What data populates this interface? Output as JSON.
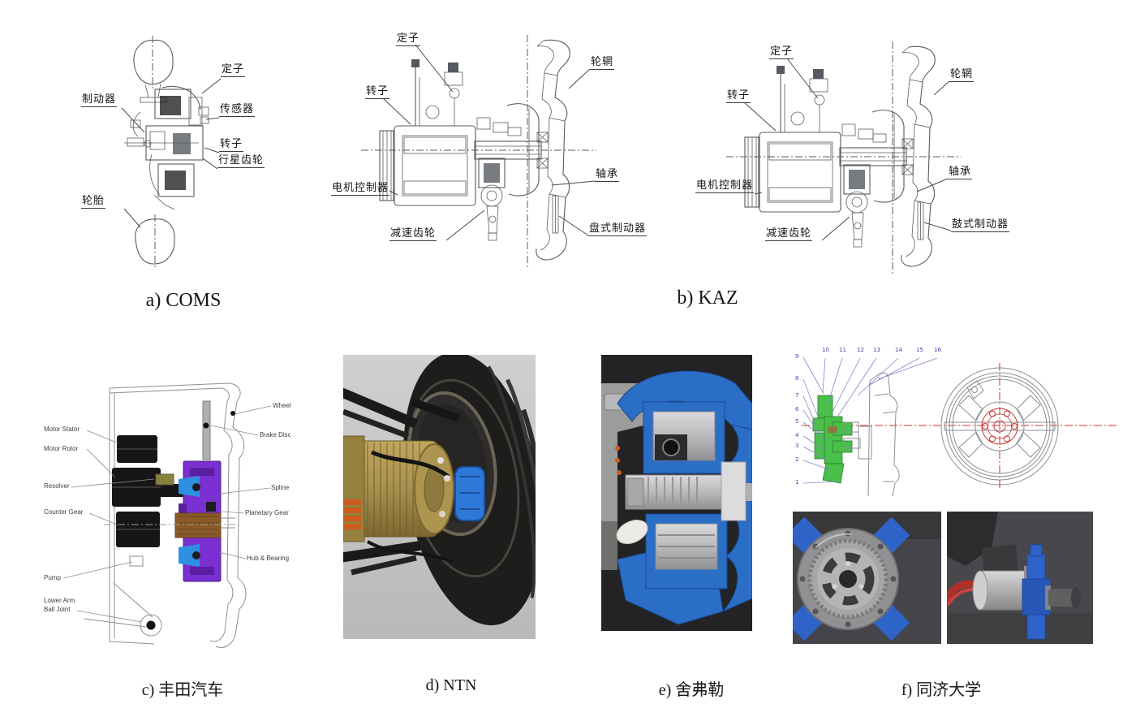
{
  "figure": {
    "captions": {
      "a": "a) COMS",
      "b": "b) KAZ",
      "c": "c) 丰田汽车",
      "d": "d) NTN",
      "e": "e) 舍弗勒",
      "f": "f) 同济大学"
    },
    "panel_a": {
      "labels": {
        "stator": "定子",
        "brake": "制动器",
        "sensor": "传感器",
        "rotor": "转子",
        "planetary_gear": "行星齿轮",
        "tire": "轮胎"
      }
    },
    "panel_b": {
      "left": {
        "stator": "定子",
        "rotor": "转子",
        "rim": "轮辋",
        "motor_controller": "电机控制器",
        "reduction_gear": "减速齿轮",
        "bearing": "轴承",
        "brake": "盘式制动器"
      },
      "right": {
        "stator": "定子",
        "rotor": "转子",
        "rim": "轮辋",
        "motor_controller": "电机控制器",
        "reduction_gear": "减速齿轮",
        "bearing": "轴承",
        "brake": "鼓式制动器"
      }
    },
    "panel_c": {
      "labels": {
        "motor_stator": "Motor Stator",
        "motor_rotor": "Motor Rotor",
        "resolver": "Resolver",
        "counter_gear": "Counter Gear",
        "pump": "Pump",
        "lower_arm_line1": "Lower Arm",
        "lower_arm_line2": "Ball Joint",
        "wheel": "Wheel",
        "brake_disc": "Brake Disc",
        "spline": "Spline",
        "planetary_gear": "Planetary Gear",
        "hub_bearing": "Hub & Bearing"
      }
    },
    "panel_f": {
      "callouts_left": [
        "9",
        "8",
        "7",
        "6",
        "5",
        "4",
        "3",
        "2",
        "1"
      ],
      "callouts_top": [
        "10",
        "11",
        "12",
        "13",
        "14",
        "15",
        "16"
      ]
    },
    "colors": {
      "line_art": "#575c62",
      "label_text": "#141414",
      "toyota_purple": "#7a2fd0",
      "toyota_blue": "#2f8fe0",
      "toyota_olive": "#8a8040",
      "toyota_brown": "#8a5a28",
      "ntn_brass": "#a8914f",
      "ntn_caliper_blue": "#2e78d8",
      "ntn_connector_orange": "#cc5c1e",
      "schaeffler_blue": "#2b6ec6",
      "tongji_green": "#49c049",
      "tongji_red": "#cc3333",
      "tongji_blue": "#2e63c8"
    }
  }
}
